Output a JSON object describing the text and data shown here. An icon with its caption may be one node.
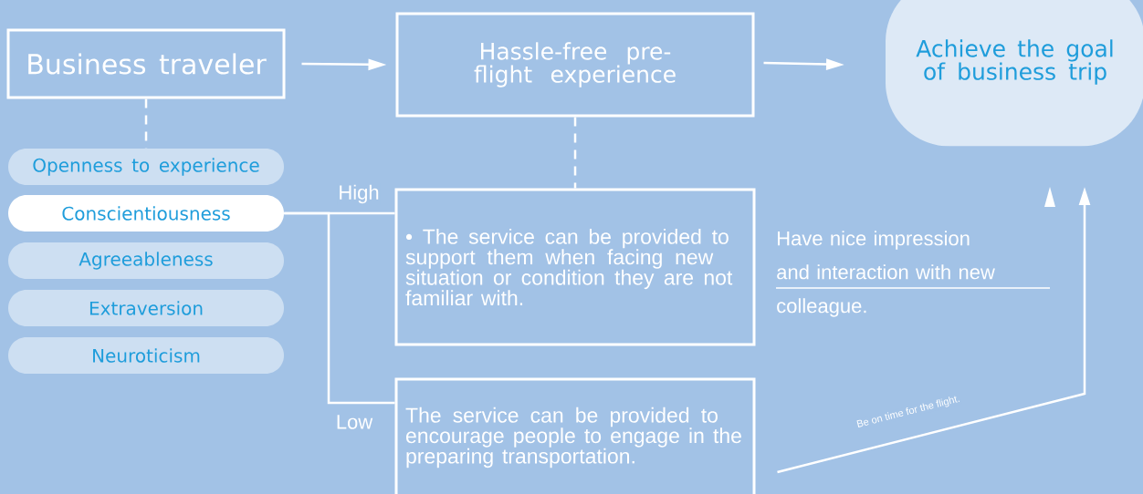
{
  "diagram": {
    "nodes": [
      {
        "text": [
          "Business traveler"
        ]
      },
      {
        "text": [
          "Hassle-free pre-flight experience"
        ]
      },
      {
        "text": [
          "Achieve the goal of business trip"
        ]
      },
      {
        "text": [
          "Openness to experience"
        ]
      },
      {
        "text": [
          "Conscientiousness"
        ]
      },
      {
        "text": [
          "Agreeableness"
        ]
      },
      {
        "text": [
          "Extraversion"
        ]
      },
      {
        "text": [
          "Neuroticism"
        ]
      },
      {
        "text": [
          "• The service can be provided to support them when facing new situation or condition they are not familiar with."
        ]
      },
      {
        "text": [
          "The service can be provided to encourage people to engage in the preparing transportation."
        ]
      }
    ],
    "edges": [
      {
        "from": 0,
        "to": 1,
        "arrow": "to"
      },
      {
        "from": 1,
        "to": 2,
        "arrow": "to"
      },
      {
        "from": 0,
        "to": 3,
        "arrow": "none",
        "style": "dashed"
      },
      {
        "from": 1,
        "to": 8,
        "arrow": "none",
        "style": "dashed"
      },
      {
        "from": 4,
        "to": 8,
        "arrow": "none",
        "label": "High"
      },
      {
        "from": 4,
        "to": 9,
        "arrow": "none",
        "label": "Low"
      },
      {
        "from": 9,
        "to": 2,
        "arrow": "to",
        "label": "Be on time for the flight."
      }
    ],
    "labels": [
      "Have nice impression and interaction with new colleague."
    ]
  }
}
